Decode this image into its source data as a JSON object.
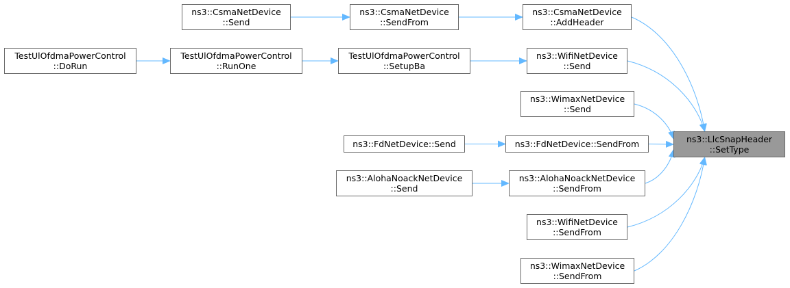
{
  "colors": {
    "edge": "#63b8ff",
    "node_border": "#666666",
    "focus_fill": "#999999"
  },
  "nodes": {
    "set_type": {
      "line1": "ns3::LlcSnapHeader",
      "line2": "::SetType"
    },
    "csma_send": {
      "line1": "ns3::CsmaNetDevice",
      "line2": "::Send"
    },
    "csma_sendfrom": {
      "line1": "ns3::CsmaNetDevice",
      "line2": "::SendFrom"
    },
    "csma_addheader": {
      "line1": "ns3::CsmaNetDevice",
      "line2": "::AddHeader"
    },
    "ul_dorun": {
      "line1": "TestUlOfdmaPowerControl",
      "line2": "::DoRun"
    },
    "ul_runone": {
      "line1": "TestUlOfdmaPowerControl",
      "line2": "::RunOne"
    },
    "ul_setupba": {
      "line1": "TestUlOfdmaPowerControl",
      "line2": "::SetupBa"
    },
    "wifi_send": {
      "line1": "ns3::WifiNetDevice",
      "line2": "::Send"
    },
    "wimax_send": {
      "line1": "ns3::WimaxNetDevice",
      "line2": "::Send"
    },
    "fd_send": {
      "line1": "ns3::FdNetDevice::Send"
    },
    "fd_sendfrom": {
      "line1": "ns3::FdNetDevice::SendFrom"
    },
    "aloha_send": {
      "line1": "ns3::AlohaNoackNetDevice",
      "line2": "::Send"
    },
    "aloha_sendfrom": {
      "line1": "ns3::AlohaNoackNetDevice",
      "line2": "::SendFrom"
    },
    "wifi_sendfrom": {
      "line1": "ns3::WifiNetDevice",
      "line2": "::SendFrom"
    },
    "wimax_sendfrom": {
      "line1": "ns3::WimaxNetDevice",
      "line2": "::SendFrom"
    }
  },
  "edges": [
    {
      "from": "csma_send",
      "to": "csma_sendfrom"
    },
    {
      "from": "csma_sendfrom",
      "to": "csma_addheader"
    },
    {
      "from": "csma_addheader",
      "to": "set_type"
    },
    {
      "from": "ul_dorun",
      "to": "ul_runone"
    },
    {
      "from": "ul_runone",
      "to": "ul_setupba"
    },
    {
      "from": "ul_setupba",
      "to": "wifi_send"
    },
    {
      "from": "wifi_send",
      "to": "set_type"
    },
    {
      "from": "wimax_send",
      "to": "set_type"
    },
    {
      "from": "fd_send",
      "to": "fd_sendfrom"
    },
    {
      "from": "fd_sendfrom",
      "to": "set_type"
    },
    {
      "from": "aloha_send",
      "to": "aloha_sendfrom"
    },
    {
      "from": "aloha_sendfrom",
      "to": "set_type"
    },
    {
      "from": "wifi_sendfrom",
      "to": "set_type"
    },
    {
      "from": "wimax_sendfrom",
      "to": "set_type"
    }
  ]
}
